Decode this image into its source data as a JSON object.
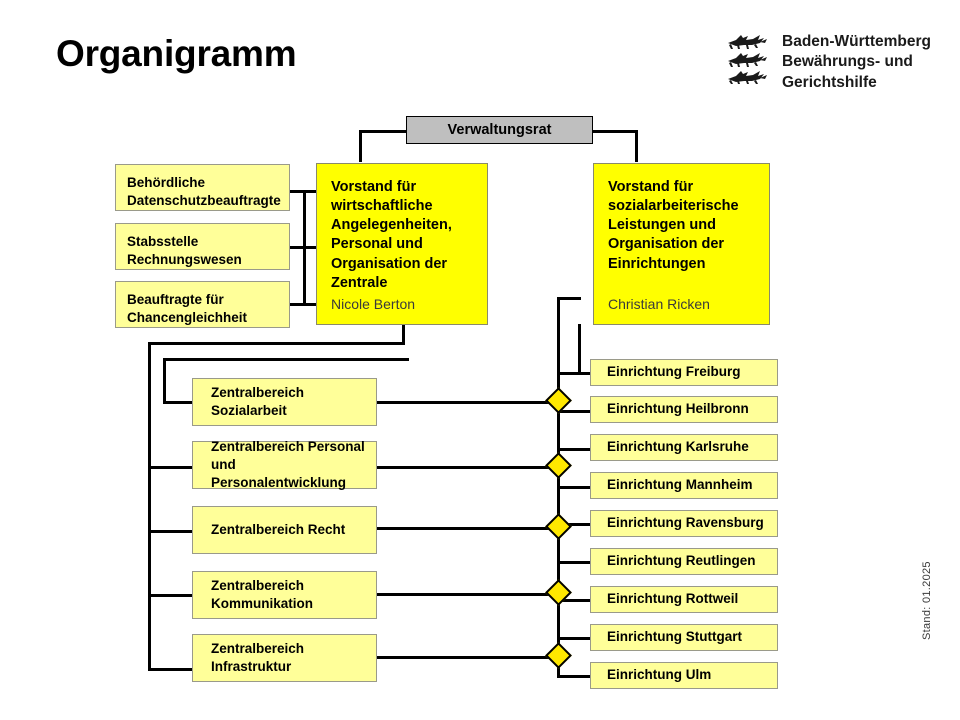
{
  "header": {
    "title": "Organigramm",
    "brand_lines": [
      "Baden-Württemberg",
      "Bewährungs- und",
      "Gerichtshilfe"
    ],
    "logo_icon": "three-lions-coat-of-arms-icon"
  },
  "footer": {
    "status_note": "Stand: 01.2025"
  },
  "colors": {
    "board_fill": "#ffff00",
    "secondary_fill": "#ffff99",
    "council_fill": "#bfbfbf",
    "diamond_fill": "#ffe800",
    "line": "#000000"
  },
  "council": {
    "label": "Verwaltungsrat"
  },
  "boards": [
    {
      "title": "Vorstand für wirtschaftliche Angelegenheiten, Personal und Organisation der Zentrale",
      "person": "Nicole Berton"
    },
    {
      "title": "Vorstand für sozialarbeiterische Leistungen und Organisation der Einrichtungen",
      "person": "Christian Ricken"
    }
  ],
  "staff_units": [
    {
      "label": "Behördliche Datenschutzbeauftragte"
    },
    {
      "label": "Stabsstelle Rechnungswesen"
    },
    {
      "label": "Beauftragte für Chancengleichheit"
    }
  ],
  "central_departments": [
    {
      "label": "Zentralbereich Sozialarbeit"
    },
    {
      "label": "Zentralbereich Personal und Personalentwicklung"
    },
    {
      "label": "Zentralbereich Recht"
    },
    {
      "label": "Zentralbereich Kommunikation"
    },
    {
      "label": "Zentralbereich Infrastruktur"
    }
  ],
  "facilities": [
    {
      "label": "Einrichtung Freiburg"
    },
    {
      "label": "Einrichtung Heilbronn"
    },
    {
      "label": "Einrichtung Karlsruhe"
    },
    {
      "label": "Einrichtung Mannheim"
    },
    {
      "label": "Einrichtung Ravensburg"
    },
    {
      "label": "Einrichtung Reutlingen"
    },
    {
      "label": "Einrichtung Rottweil"
    },
    {
      "label": "Einrichtung Stuttgart"
    },
    {
      "label": "Einrichtung Ulm"
    }
  ],
  "junctions": [
    {
      "name": "junction-1"
    },
    {
      "name": "junction-2"
    },
    {
      "name": "junction-3"
    },
    {
      "name": "junction-4"
    },
    {
      "name": "junction-5"
    }
  ]
}
